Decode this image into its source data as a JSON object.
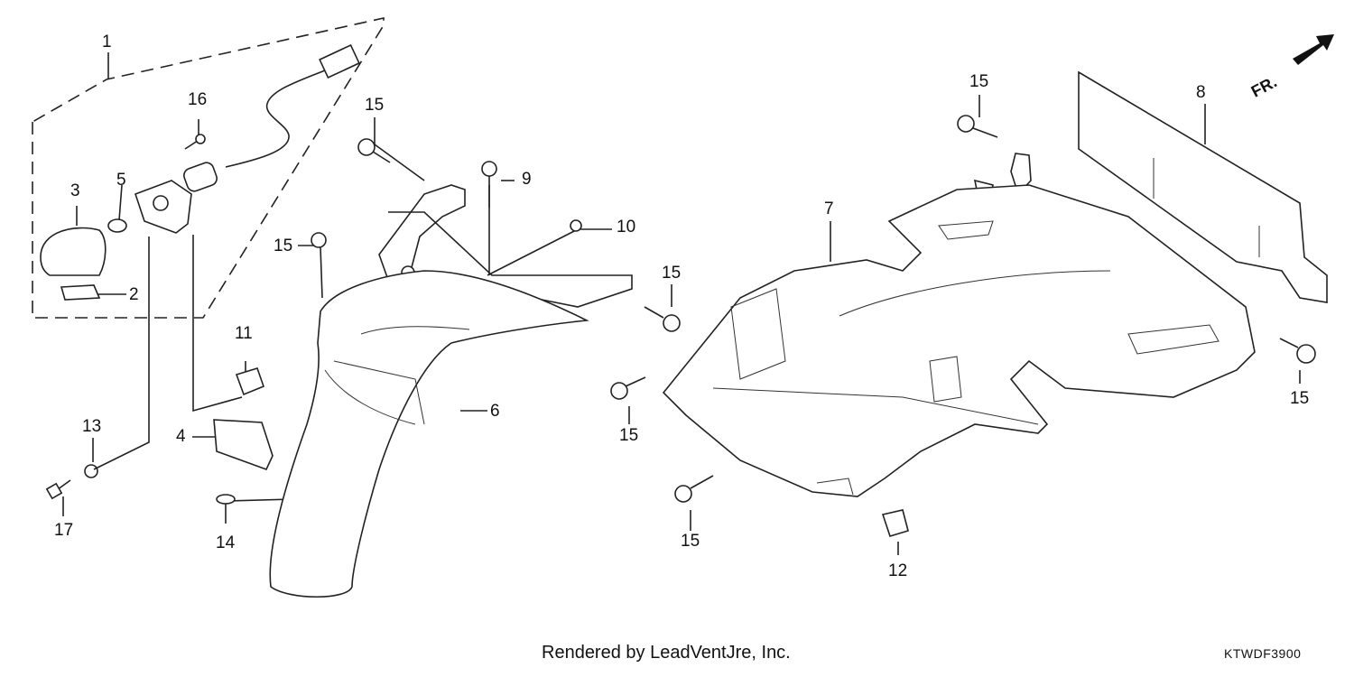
{
  "callouts": [
    {
      "id": "c1",
      "text": "1"
    },
    {
      "id": "c2",
      "text": "2"
    },
    {
      "id": "c3",
      "text": "3"
    },
    {
      "id": "c4",
      "text": "4"
    },
    {
      "id": "c5",
      "text": "5"
    },
    {
      "id": "c6",
      "text": "6"
    },
    {
      "id": "c7",
      "text": "7"
    },
    {
      "id": "c8",
      "text": "8"
    },
    {
      "id": "c9",
      "text": "9"
    },
    {
      "id": "c10",
      "text": "10"
    },
    {
      "id": "c11",
      "text": "11"
    },
    {
      "id": "c12",
      "text": "12"
    },
    {
      "id": "c13",
      "text": "13"
    },
    {
      "id": "c14",
      "text": "14"
    },
    {
      "id": "c15a",
      "text": "15"
    },
    {
      "id": "c15b",
      "text": "15"
    },
    {
      "id": "c15c",
      "text": "15"
    },
    {
      "id": "c15d",
      "text": "15"
    },
    {
      "id": "c15e",
      "text": "15"
    },
    {
      "id": "c15f",
      "text": "15"
    },
    {
      "id": "c15g",
      "text": "15"
    },
    {
      "id": "c16",
      "text": "16"
    },
    {
      "id": "c17",
      "text": "17"
    }
  ],
  "direction_label": "FR.",
  "footer_text": "Rendered by LeadVentJre, Inc.",
  "diagram_code": "KTWDF3900"
}
